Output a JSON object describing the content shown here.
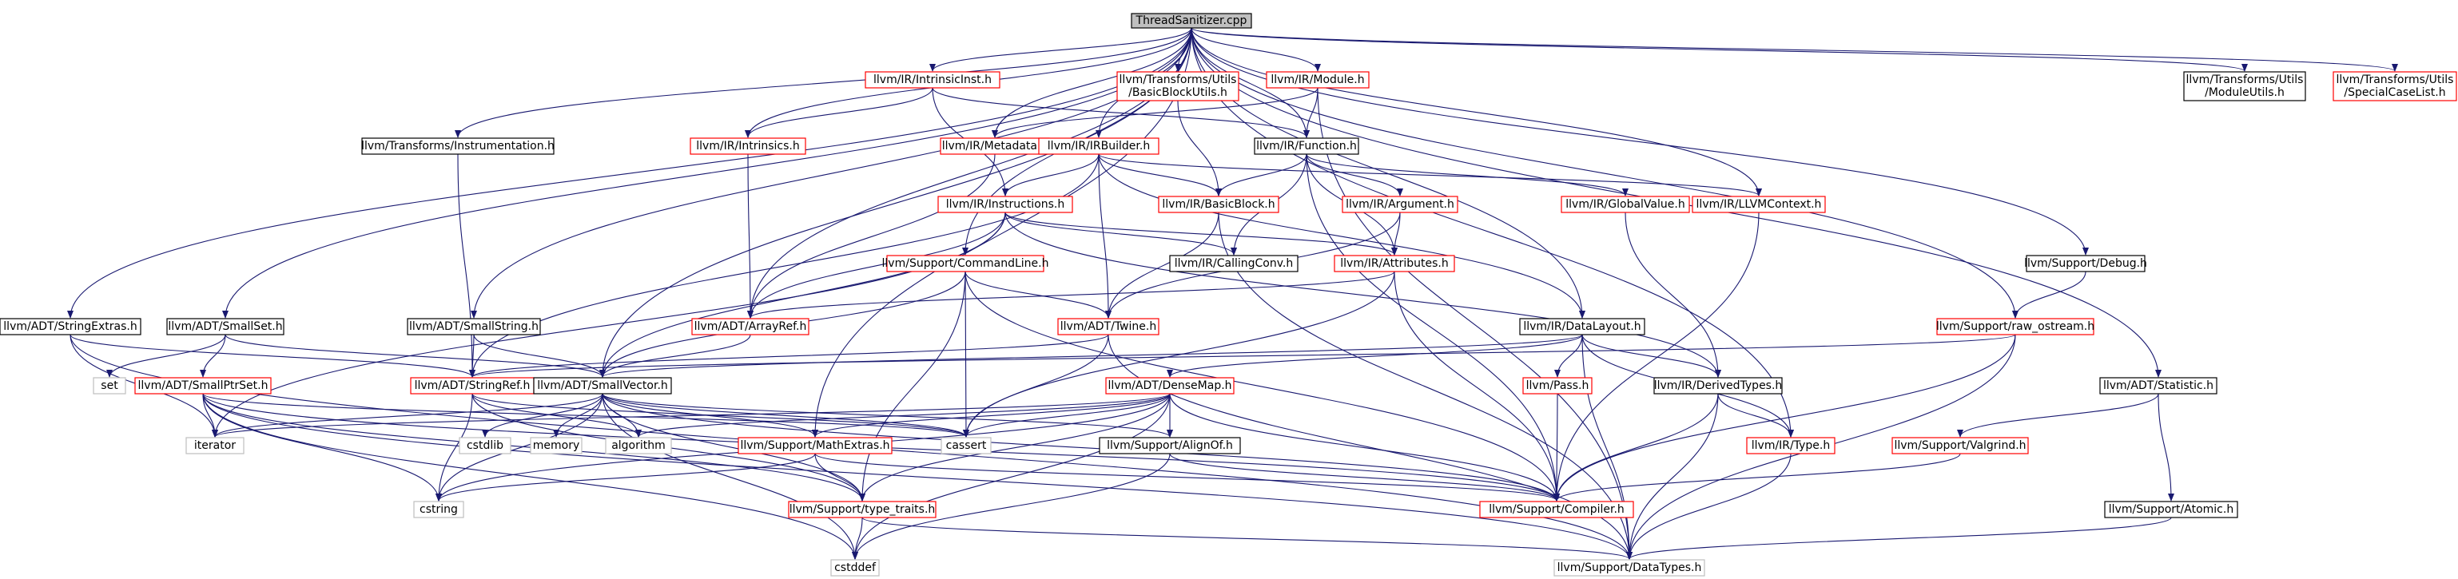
{
  "nodes": [
    {
      "id": "root",
      "label": "ThreadSanitizer.cpp",
      "style": "root"
    },
    {
      "id": "llvm_IR_IntrinsicInst_h",
      "label": "llvm/IR/IntrinsicInst.h",
      "style": "red"
    },
    {
      "id": "bbu",
      "label": "llvm/Transforms/Utils\n/BasicBlockUtils.h",
      "style": "red"
    },
    {
      "id": "module",
      "label": "llvm/IR/Module.h",
      "style": "red"
    },
    {
      "id": "moduleutils",
      "label": "llvm/Transforms/Utils\n/ModuleUtils.h",
      "style": "black"
    },
    {
      "id": "scl",
      "label": "llvm/Transforms/Utils\n/SpecialCaseList.h",
      "style": "red"
    },
    {
      "id": "instrumentation",
      "label": "llvm/Transforms/Instrumentation.h",
      "style": "black"
    },
    {
      "id": "intrinsics",
      "label": "llvm/IR/Intrinsics.h",
      "style": "red"
    },
    {
      "id": "metadata",
      "label": "llvm/IR/Metadata.h",
      "style": "red"
    },
    {
      "id": "irbuilder",
      "label": "llvm/IR/IRBuilder.h",
      "style": "red"
    },
    {
      "id": "function",
      "label": "llvm/IR/Function.h",
      "style": "black"
    },
    {
      "id": "instructions",
      "label": "llvm/IR/Instructions.h",
      "style": "red"
    },
    {
      "id": "basicblock",
      "label": "llvm/IR/BasicBlock.h",
      "style": "red"
    },
    {
      "id": "argument",
      "label": "llvm/IR/Argument.h",
      "style": "red"
    },
    {
      "id": "globalvalue",
      "label": "llvm/IR/GlobalValue.h",
      "style": "red"
    },
    {
      "id": "llvmcontext",
      "label": "llvm/IR/LLVMContext.h",
      "style": "red"
    },
    {
      "id": "commandline",
      "label": "llvm/Support/CommandLine.h",
      "style": "red"
    },
    {
      "id": "callingconv",
      "label": "llvm/IR/CallingConv.h",
      "style": "black"
    },
    {
      "id": "attributes",
      "label": "llvm/IR/Attributes.h",
      "style": "red"
    },
    {
      "id": "debug",
      "label": "llvm/Support/Debug.h",
      "style": "black"
    },
    {
      "id": "stringextras",
      "label": "llvm/ADT/StringExtras.h",
      "style": "black"
    },
    {
      "id": "smallset",
      "label": "llvm/ADT/SmallSet.h",
      "style": "black"
    },
    {
      "id": "smallstring",
      "label": "llvm/ADT/SmallString.h",
      "style": "black"
    },
    {
      "id": "arrayref",
      "label": "llvm/ADT/ArrayRef.h",
      "style": "red"
    },
    {
      "id": "twine",
      "label": "llvm/ADT/Twine.h",
      "style": "red"
    },
    {
      "id": "datalayout",
      "label": "llvm/IR/DataLayout.h",
      "style": "black"
    },
    {
      "id": "rawostream",
      "label": "llvm/Support/raw_ostream.h",
      "style": "red"
    },
    {
      "id": "set",
      "label": "set",
      "style": "gray"
    },
    {
      "id": "smallptrset",
      "label": "llvm/ADT/SmallPtrSet.h",
      "style": "red"
    },
    {
      "id": "stringref",
      "label": "llvm/ADT/StringRef.h",
      "style": "red"
    },
    {
      "id": "smallvector",
      "label": "llvm/ADT/SmallVector.h",
      "style": "black"
    },
    {
      "id": "densemap",
      "label": "llvm/ADT/DenseMap.h",
      "style": "red"
    },
    {
      "id": "pass",
      "label": "llvm/Pass.h",
      "style": "red"
    },
    {
      "id": "derivedtypes",
      "label": "llvm/IR/DerivedTypes.h",
      "style": "black"
    },
    {
      "id": "statistic",
      "label": "llvm/ADT/Statistic.h",
      "style": "black"
    },
    {
      "id": "iterator",
      "label": "iterator",
      "style": "gray"
    },
    {
      "id": "cstdlib",
      "label": "cstdlib",
      "style": "gray"
    },
    {
      "id": "memory",
      "label": "memory",
      "style": "gray"
    },
    {
      "id": "algorithm",
      "label": "algorithm",
      "style": "gray"
    },
    {
      "id": "cassert",
      "label": "cassert",
      "style": "gray"
    },
    {
      "id": "mathextras",
      "label": "llvm/Support/MathExtras.h",
      "style": "red"
    },
    {
      "id": "alignof",
      "label": "llvm/Support/AlignOf.h",
      "style": "black"
    },
    {
      "id": "type",
      "label": "llvm/IR/Type.h",
      "style": "red"
    },
    {
      "id": "valgrind",
      "label": "llvm/Support/Valgrind.h",
      "style": "red"
    },
    {
      "id": "cstring",
      "label": "cstring",
      "style": "gray"
    },
    {
      "id": "typetraits",
      "label": "llvm/Support/type_traits.h",
      "style": "red"
    },
    {
      "id": "compiler",
      "label": "llvm/Support/Compiler.h",
      "style": "red"
    },
    {
      "id": "atomic",
      "label": "llvm/Support/Atomic.h",
      "style": "black"
    },
    {
      "id": "cstddef",
      "label": "cstddef",
      "style": "gray"
    },
    {
      "id": "datatypes",
      "label": "llvm/Support/DataTypes.h",
      "style": "gray"
    }
  ],
  "edges": [
    [
      "root",
      "llvm_IR_IntrinsicInst_h"
    ],
    [
      "root",
      "bbu"
    ],
    [
      "root",
      "module"
    ],
    [
      "root",
      "moduleutils"
    ],
    [
      "root",
      "scl"
    ],
    [
      "root",
      "instrumentation"
    ],
    [
      "root",
      "intrinsics"
    ],
    [
      "root",
      "metadata"
    ],
    [
      "root",
      "irbuilder"
    ],
    [
      "root",
      "function"
    ],
    [
      "root",
      "commandline"
    ],
    [
      "root",
      "debug"
    ],
    [
      "root",
      "stringextras"
    ],
    [
      "root",
      "smallset"
    ],
    [
      "root",
      "smallstring"
    ],
    [
      "root",
      "smallvector"
    ],
    [
      "root",
      "datalayout"
    ],
    [
      "root",
      "rawostream"
    ],
    [
      "root",
      "statistic"
    ],
    [
      "root",
      "mathextras"
    ],
    [
      "root",
      "type"
    ],
    [
      "root",
      "llvmcontext"
    ],
    [
      "root",
      "arrayref"
    ],
    [
      "llvm_IR_IntrinsicInst_h",
      "intrinsics"
    ],
    [
      "llvm_IR_IntrinsicInst_h",
      "function"
    ],
    [
      "llvm_IR_IntrinsicInst_h",
      "instructions"
    ],
    [
      "bbu",
      "basicblock"
    ],
    [
      "module",
      "function"
    ],
    [
      "module",
      "metadata"
    ],
    [
      "module",
      "datatypes"
    ],
    [
      "instrumentation",
      "stringref"
    ],
    [
      "intrinsics",
      "arrayref"
    ],
    [
      "metadata",
      "arrayref"
    ],
    [
      "irbuilder",
      "instructions"
    ],
    [
      "irbuilder",
      "basicblock"
    ],
    [
      "irbuilder",
      "llvmcontext"
    ],
    [
      "irbuilder",
      "datalayout"
    ],
    [
      "irbuilder",
      "twine"
    ],
    [
      "irbuilder",
      "stringref"
    ],
    [
      "function",
      "basicblock"
    ],
    [
      "function",
      "argument"
    ],
    [
      "function",
      "globalvalue"
    ],
    [
      "function",
      "callingconv"
    ],
    [
      "function",
      "attributes"
    ],
    [
      "function",
      "compiler"
    ],
    [
      "instructions",
      "arrayref"
    ],
    [
      "instructions",
      "attributes"
    ],
    [
      "instructions",
      "callingconv"
    ],
    [
      "instructions",
      "derivedtypes"
    ],
    [
      "instructions",
      "iterator"
    ],
    [
      "instructions",
      "smallvector"
    ],
    [
      "basicblock",
      "twine"
    ],
    [
      "basicblock",
      "datatypes"
    ],
    [
      "argument",
      "attributes"
    ],
    [
      "argument",
      "twine"
    ],
    [
      "globalvalue",
      "derivedtypes"
    ],
    [
      "llvmcontext",
      "compiler"
    ],
    [
      "commandline",
      "twine"
    ],
    [
      "commandline",
      "smallvector"
    ],
    [
      "commandline",
      "compiler"
    ],
    [
      "commandline",
      "cassert"
    ],
    [
      "commandline",
      "typetraits"
    ],
    [
      "attributes",
      "arrayref"
    ],
    [
      "attributes",
      "compiler"
    ],
    [
      "attributes",
      "cassert"
    ],
    [
      "debug",
      "rawostream"
    ],
    [
      "stringextras",
      "stringref"
    ],
    [
      "stringextras",
      "iterator"
    ],
    [
      "stringextras",
      "datatypes"
    ],
    [
      "smallset",
      "set"
    ],
    [
      "smallset",
      "smallptrset"
    ],
    [
      "smallset",
      "smallvector"
    ],
    [
      "smallstring",
      "stringref"
    ],
    [
      "smallstring",
      "smallvector"
    ],
    [
      "arrayref",
      "smallvector"
    ],
    [
      "twine",
      "stringref"
    ],
    [
      "twine",
      "cassert"
    ],
    [
      "twine",
      "datatypes"
    ],
    [
      "datalayout",
      "derivedtypes"
    ],
    [
      "datalayout",
      "densemap"
    ],
    [
      "datalayout",
      "pass"
    ],
    [
      "datalayout",
      "type"
    ],
    [
      "datalayout",
      "smallvector"
    ],
    [
      "datalayout",
      "datatypes"
    ],
    [
      "rawostream",
      "stringref"
    ],
    [
      "rawostream",
      "compiler"
    ],
    [
      "rawostream",
      "datatypes"
    ],
    [
      "smallptrset",
      "iterator"
    ],
    [
      "smallptrset",
      "cstring"
    ],
    [
      "smallptrset",
      "cassert"
    ],
    [
      "smallptrset",
      "compiler"
    ],
    [
      "smallptrset",
      "cstddef"
    ],
    [
      "smallptrset",
      "datatypes"
    ],
    [
      "smallptrset",
      "typetraits"
    ],
    [
      "stringref",
      "algorithm"
    ],
    [
      "stringref",
      "cassert"
    ],
    [
      "stringref",
      "cstring"
    ],
    [
      "stringref",
      "typetraits"
    ],
    [
      "smallvector",
      "iterator"
    ],
    [
      "smallvector",
      "cstdlib"
    ],
    [
      "smallvector",
      "memory"
    ],
    [
      "smallvector",
      "algorithm"
    ],
    [
      "smallvector",
      "cassert"
    ],
    [
      "smallvector",
      "mathextras"
    ],
    [
      "smallvector",
      "alignof"
    ],
    [
      "smallvector",
      "typetraits"
    ],
    [
      "smallvector",
      "compiler"
    ],
    [
      "smallvector",
      "cstddef"
    ],
    [
      "smallvector",
      "cstring"
    ],
    [
      "densemap",
      "iterator"
    ],
    [
      "densemap",
      "algorithm"
    ],
    [
      "densemap",
      "cassert"
    ],
    [
      "densemap",
      "mathextras"
    ],
    [
      "densemap",
      "alignof"
    ],
    [
      "densemap",
      "typetraits"
    ],
    [
      "densemap",
      "compiler"
    ],
    [
      "densemap",
      "cstring"
    ],
    [
      "densemap",
      "cstddef"
    ],
    [
      "pass",
      "compiler"
    ],
    [
      "derivedtypes",
      "type"
    ],
    [
      "derivedtypes",
      "compiler"
    ],
    [
      "derivedtypes",
      "datatypes"
    ],
    [
      "statistic",
      "atomic"
    ],
    [
      "statistic",
      "valgrind"
    ],
    [
      "mathextras",
      "compiler"
    ],
    [
      "mathextras",
      "typetraits"
    ],
    [
      "mathextras",
      "cstring"
    ],
    [
      "alignof",
      "compiler"
    ],
    [
      "alignof",
      "cstddef"
    ],
    [
      "type",
      "datatypes"
    ],
    [
      "valgrind",
      "compiler"
    ],
    [
      "typetraits",
      "cstddef"
    ],
    [
      "typetraits",
      "datatypes"
    ],
    [
      "atomic",
      "datatypes"
    ]
  ],
  "colors": {
    "edge": "#191970",
    "red_border": "#ff0000",
    "black_border": "#000000",
    "gray_border": "#bfbfbf",
    "root_fill": "#bfbfbf",
    "text": "#000000"
  }
}
